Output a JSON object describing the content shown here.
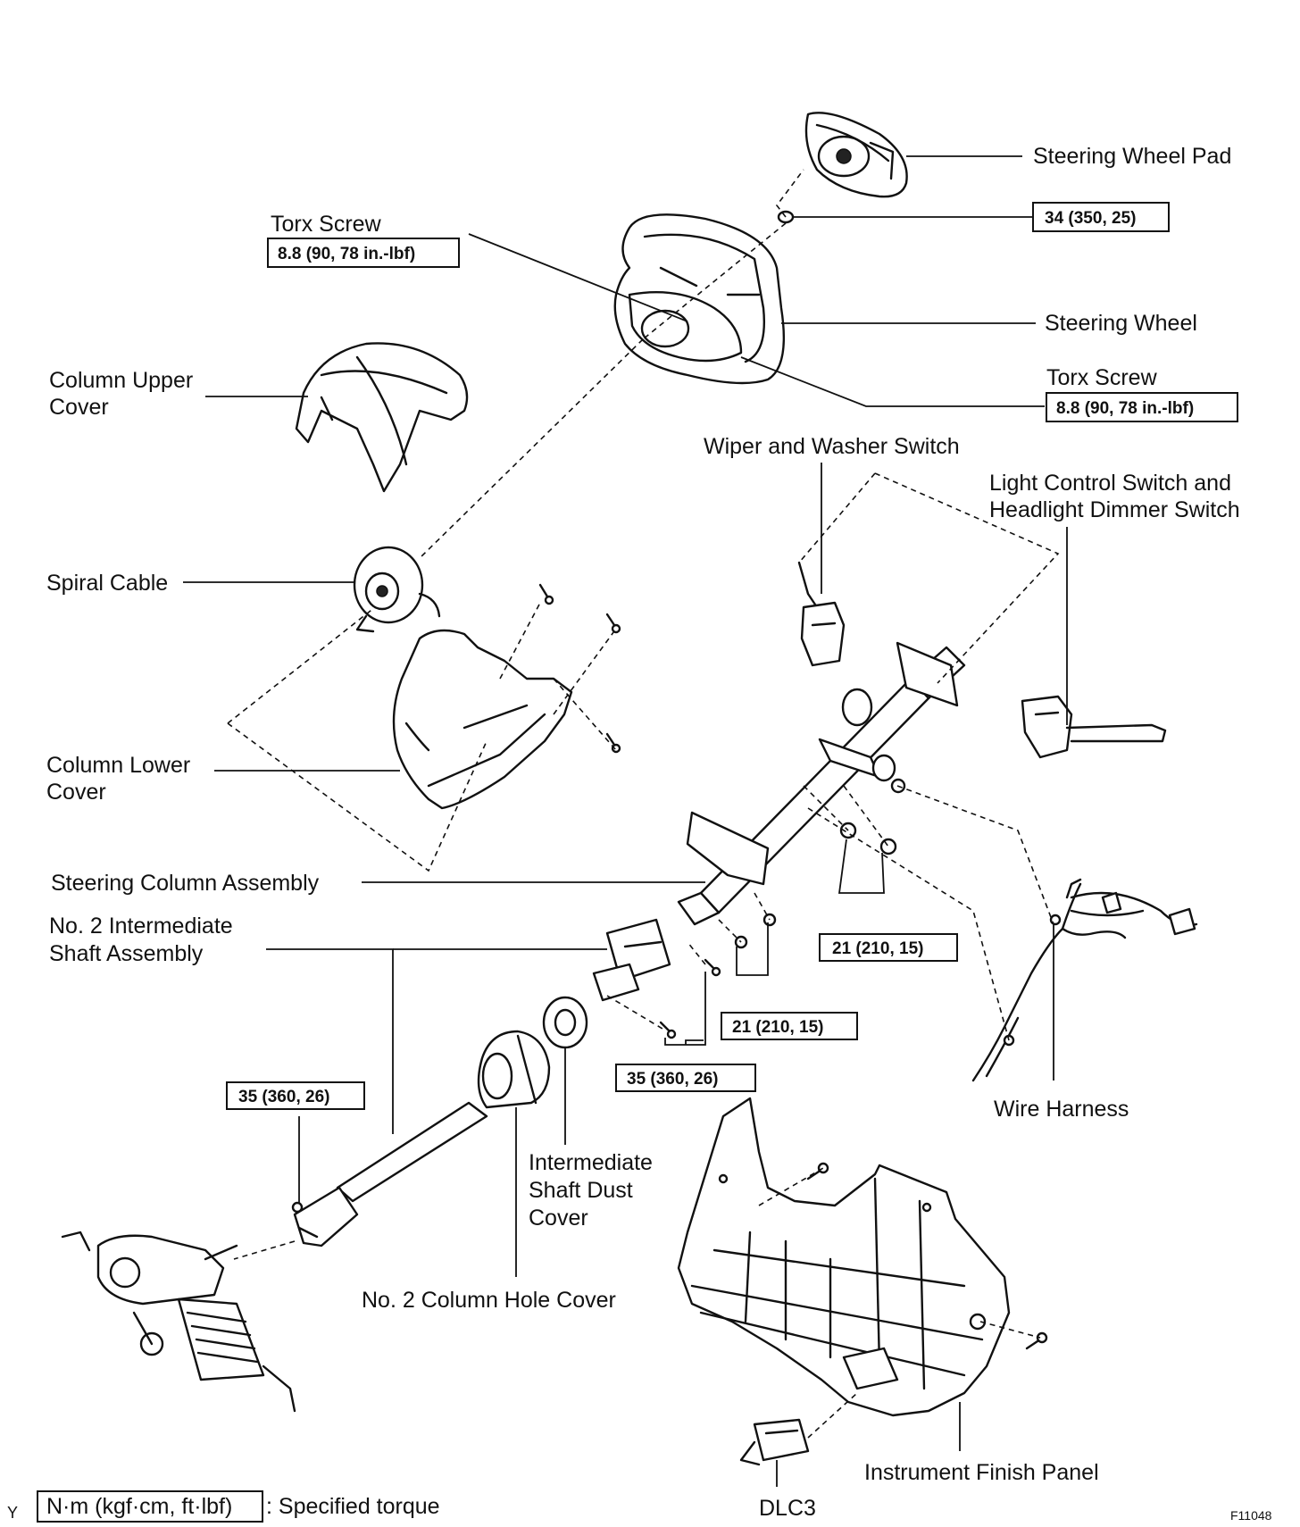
{
  "labels": {
    "steering_wheel_pad": "Steering Wheel Pad",
    "torx_screw_left": "Torx Screw",
    "torx_screw_right": "Torx Screw",
    "steering_wheel": "Steering Wheel",
    "column_upper_cover_1": "Column Upper",
    "column_upper_cover_2": "Cover",
    "wiper_washer_switch": "Wiper and Washer Switch",
    "light_control_1": "Light Control Switch and",
    "light_control_2": "Headlight Dimmer Switch",
    "spiral_cable": "Spiral Cable",
    "column_lower_cover_1": "Column Lower",
    "column_lower_cover_2": "Cover",
    "steering_column_assembly": "Steering Column Assembly",
    "intermediate_shaft_1": "No. 2 Intermediate",
    "intermediate_shaft_2": "Shaft Assembly",
    "wire_harness": "Wire Harness",
    "dust_cover_1": "Intermediate",
    "dust_cover_2": "Shaft Dust",
    "dust_cover_3": "Cover",
    "column_hole_cover": "No. 2 Column Hole Cover",
    "instrument_finish_panel": "Instrument Finish Panel",
    "dlc3": "DLC3"
  },
  "torques": {
    "pad_nut": "34 (350, 25)",
    "torx_left": "8.8 (90, 78 in.-lbf)",
    "torx_right": "8.8 (90, 78 in.-lbf)",
    "column_bolts_upper": "21 (210, 15)",
    "column_bolts_lower": "21 (210, 15)",
    "shaft_bolts": "35 (360, 26)",
    "shaft_yoke_bolt": "35 (360, 26)"
  },
  "legend": {
    "unit_box": "N·m (kgf·cm, ft·lbf)",
    "description": ": Specified torque",
    "prefix_mark": "Y"
  },
  "figure_code": "F11048"
}
